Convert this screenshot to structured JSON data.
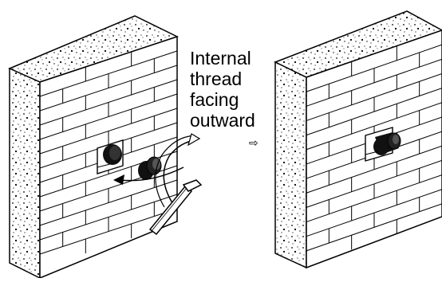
{
  "caption": {
    "lines": [
      "Internal",
      "thread",
      "facing",
      "outward"
    ]
  },
  "step_arrow": "⇨",
  "colors": {
    "outline": "#000000",
    "fill": "#ffffff",
    "fitting": "#111111"
  },
  "icons": {
    "left_panel": "wall-with-fitting-and-hex-key",
    "right_panel": "wall-with-installed-fitting"
  }
}
